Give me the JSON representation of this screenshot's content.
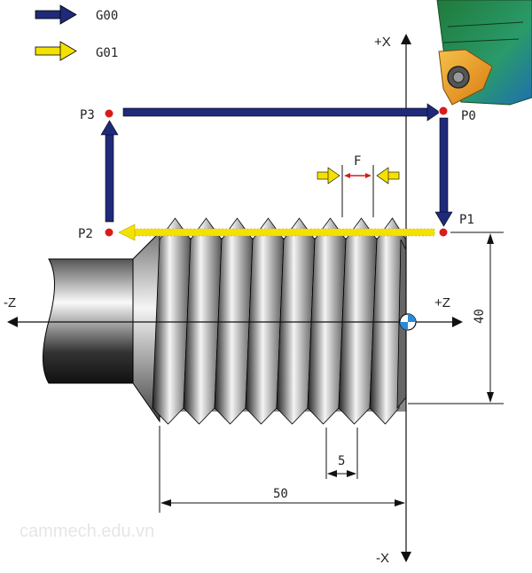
{
  "legend": [
    {
      "code": "G00",
      "color": "#1f2a7a"
    },
    {
      "code": "G01",
      "color": "#f5e100"
    }
  ],
  "points": [
    "P0",
    "P1",
    "P2",
    "P3"
  ],
  "axes": {
    "plus_x": "+X",
    "minus_x": "-X",
    "plus_z": "+Z",
    "minus_z": "-Z"
  },
  "dimensions": {
    "feed": "F",
    "pitch": "5",
    "length": "50",
    "diameter": "40"
  },
  "watermark": "cammech.edu.vn",
  "colors": {
    "rapid": "#1f2a7a",
    "feed": "#f5e100",
    "point": "#d81c1c",
    "tool": "#f0a020",
    "holder": "#2a8a5a"
  }
}
